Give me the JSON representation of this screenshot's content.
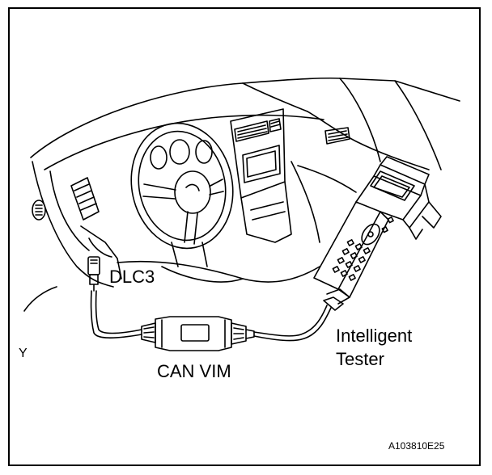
{
  "labels": {
    "dlc3": "DLC3",
    "can_vim": "CAN VIM",
    "tester_line1": "Intelligent",
    "tester_line2": "Tester",
    "corner_mark": "Y",
    "figure_code": "A103810E25"
  },
  "icons": {
    "dashboard": "vehicle-dashboard-illustration",
    "steering_wheel": "steering-wheel-icon",
    "dlc3_connector": "obd-connector-icon",
    "can_vim_module": "interface-module-icon",
    "tester": "handheld-scan-tool-icon"
  },
  "colors": {
    "line": "#000000",
    "background": "#ffffff"
  }
}
